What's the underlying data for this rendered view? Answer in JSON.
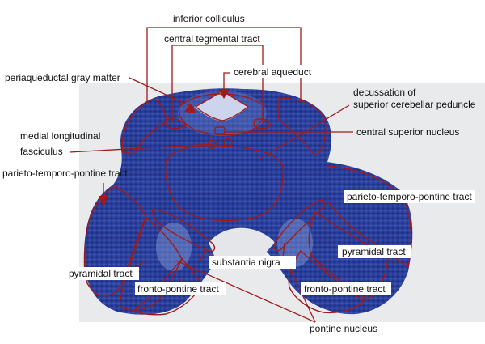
{
  "labels": {
    "inferior_colliculus": "inferior colliculus",
    "central_tegmental_tract": "central tegmental tract",
    "cerebral_aqueduct": "cerebral aqueduct",
    "periaqueductal_gray": "periaqueductal gray matter",
    "decussation_1": "decussation of",
    "decussation_2": "superior cerebellar peduncle",
    "medial_longitudinal_1": "medial longitudinal",
    "medial_longitudinal_2": "fasciculus",
    "central_superior_nucleus": "central superior nucleus",
    "parieto_left": "parieto-temporo-pontine tract",
    "parieto_right": "parieto-temporo-pontine tract",
    "pyramidal_left": "pyramidal tract",
    "pyramidal_right": "pyramidal tract",
    "substantia_nigra": "substantia nigra",
    "fronto_left": "fronto-pontine tract",
    "fronto_right": "fronto-pontine tract",
    "pontine_nucleus": "pontine nucleus"
  },
  "colors": {
    "outline": "#a01a1a",
    "tissue": "#2a3f9a",
    "tissue_light": "#5a6fbf",
    "background_slide": "#e9ecee"
  }
}
